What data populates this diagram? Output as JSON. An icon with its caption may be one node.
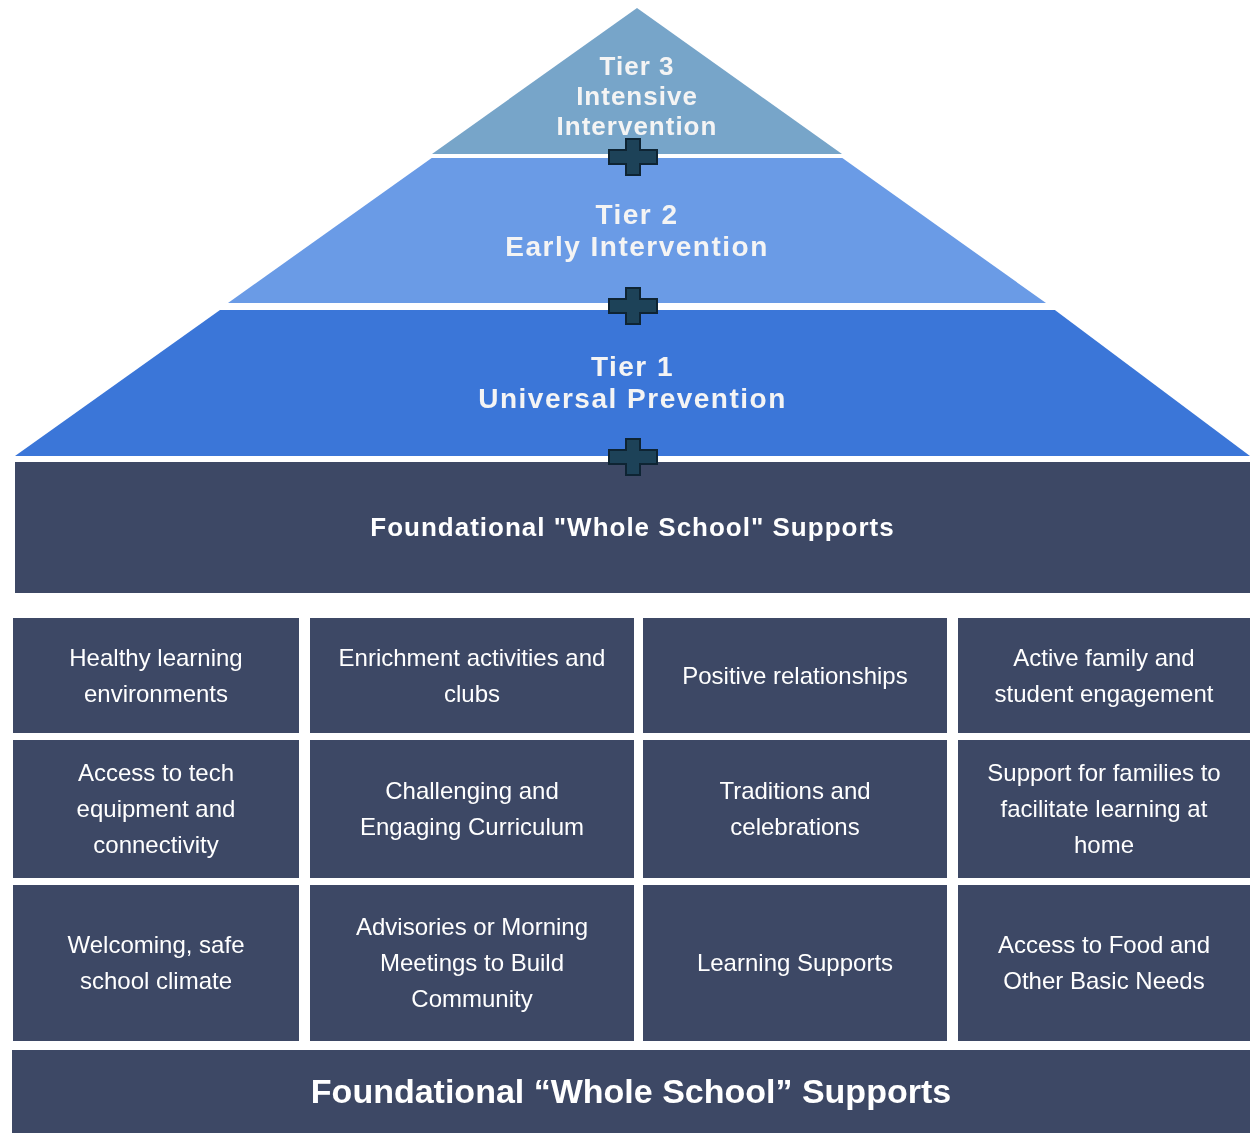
{
  "diagram": {
    "nodes": [
      {
        "text": [
          "Tier 3",
          "Intensive Intervention"
        ]
      },
      {
        "text": [
          "Tier 2",
          "Early Intervention"
        ]
      },
      {
        "text": [
          "Tier 1",
          "Universal Prevention"
        ]
      },
      {
        "text": [
          "Foundational \"Whole School\" Supports"
        ]
      },
      {
        "text": [
          "Healthy learning environments"
        ]
      },
      {
        "text": [
          "Enrichment activities and clubs"
        ]
      },
      {
        "text": [
          "Positive relationships"
        ]
      },
      {
        "text": [
          "Active family and student engagement"
        ]
      },
      {
        "text": [
          "Access to tech equipment and connectivity"
        ]
      },
      {
        "text": [
          "Challenging and Engaging Curriculum"
        ]
      },
      {
        "text": [
          "Traditions and celebrations"
        ]
      },
      {
        "text": [
          "Support for families to facilitate learning at home"
        ]
      },
      {
        "text": [
          "Welcoming, safe school climate"
        ]
      },
      {
        "text": [
          "Advisories or Morning Meetings to Build Community"
        ]
      },
      {
        "text": [
          "Learning Supports"
        ]
      },
      {
        "text": [
          "Access to Food and Other Basic Needs"
        ]
      },
      {
        "text": [
          "Foundational “Whole School” Supports"
        ]
      }
    ]
  }
}
